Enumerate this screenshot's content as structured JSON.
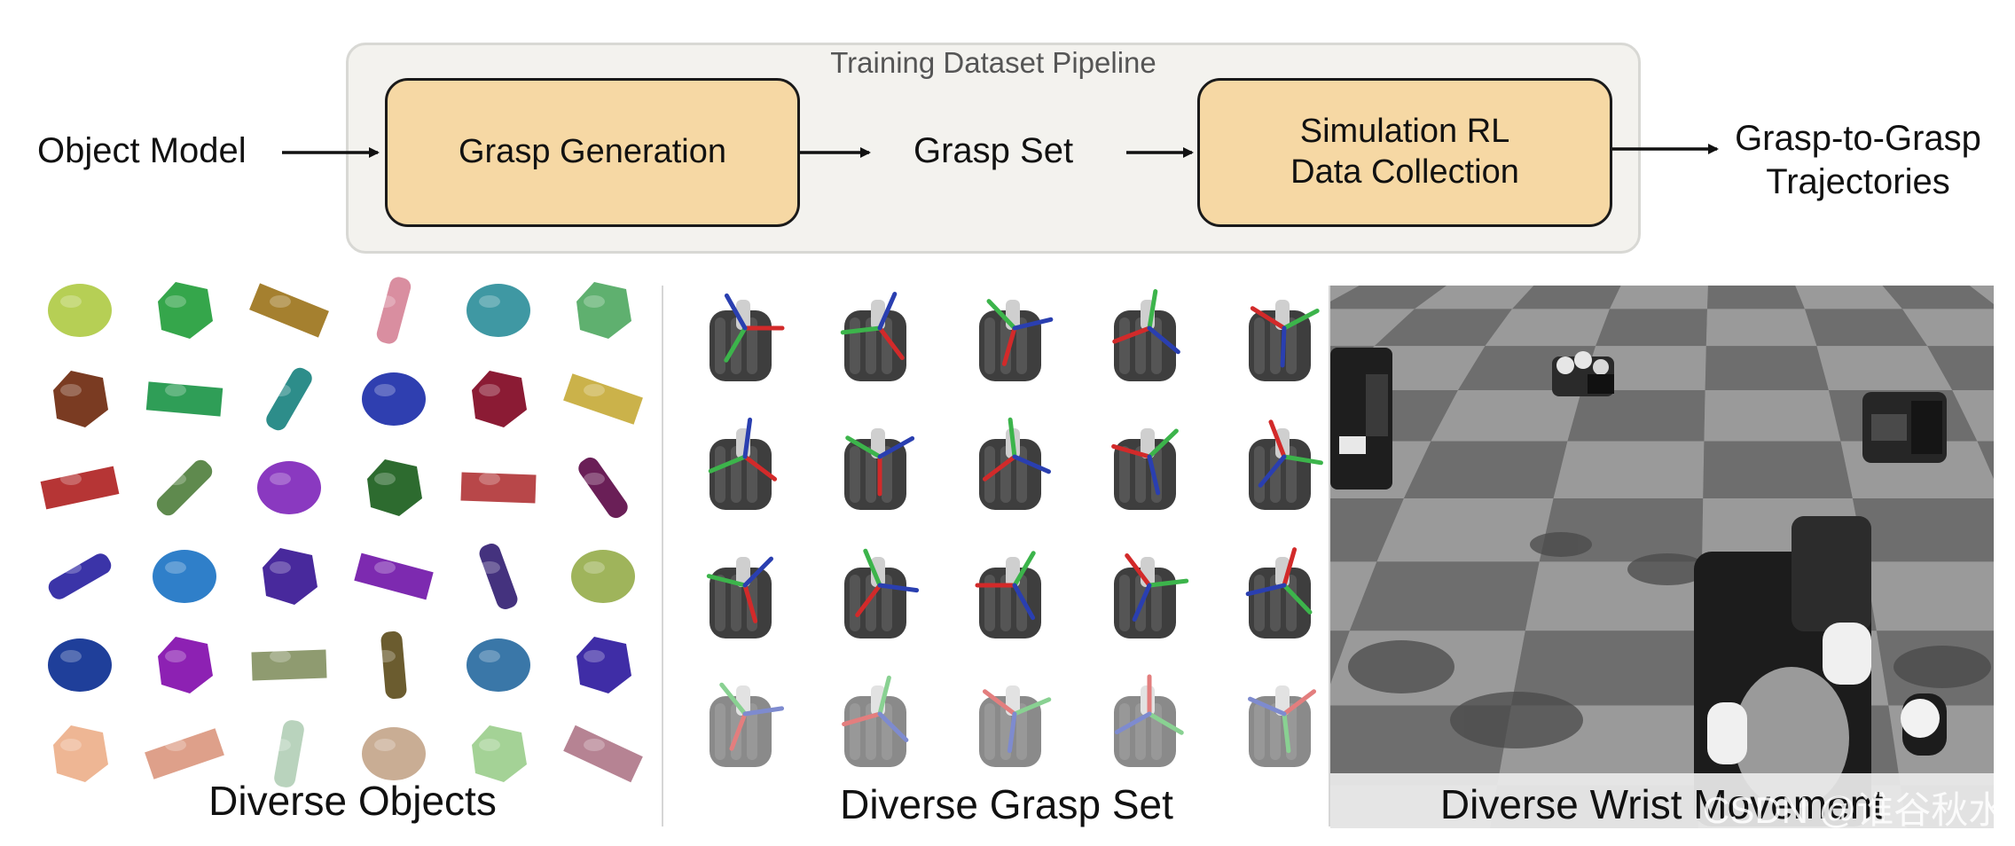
{
  "pipeline": {
    "title": "Training Dataset Pipeline",
    "input": "Object Model",
    "stage1": "Grasp Generation",
    "intermediate": "Grasp Set",
    "stage2_line1": "Simulation RL",
    "stage2_line2": "Data Collection",
    "output_line1": "Grasp-to-Grasp",
    "output_line2": "Trajectories"
  },
  "panels": {
    "objects_caption": "Diverse Objects",
    "grasps_caption": "Diverse Grasp Set",
    "wrist_caption": "Diverse Wrist Movement"
  },
  "watermark": "CSDN @谁谷秋水",
  "colors": {
    "stage_fill": "#f6d8a4",
    "frame_fill": "#f3f2ee",
    "axis_red": "#d22a2a",
    "axis_green": "#3cb44b",
    "axis_blue": "#2a3fb0"
  },
  "objects_grid": [
    [
      "#b6cf55",
      "#35a64b",
      "#a5802f",
      "#d98ea0",
      "#3f98a3",
      "#5fb06f"
    ],
    [
      "#7a3b22",
      "#2f9e57",
      "#2d8d8a",
      "#2f3fb0",
      "#8b1b34",
      "#cbb24a"
    ],
    [
      "#b63535",
      "#5f8a4e",
      "#8a39c0",
      "#2d6b2f",
      "#b84749",
      "#6a1f57"
    ],
    [
      "#3b34a8",
      "#2f7fc9",
      "#48299c",
      "#7d2ab0",
      "#44327e",
      "#9fb45b"
    ],
    [
      "#1f3f9a",
      "#8d21b3",
      "#8f9b70",
      "#6b5c2f",
      "#3a77a8",
      "#3f2da6"
    ],
    [
      "#e07a3c",
      "#c2522a",
      "#7fae86",
      "#9c6a3d",
      "#5aad3f",
      "#7a1d3b"
    ]
  ]
}
